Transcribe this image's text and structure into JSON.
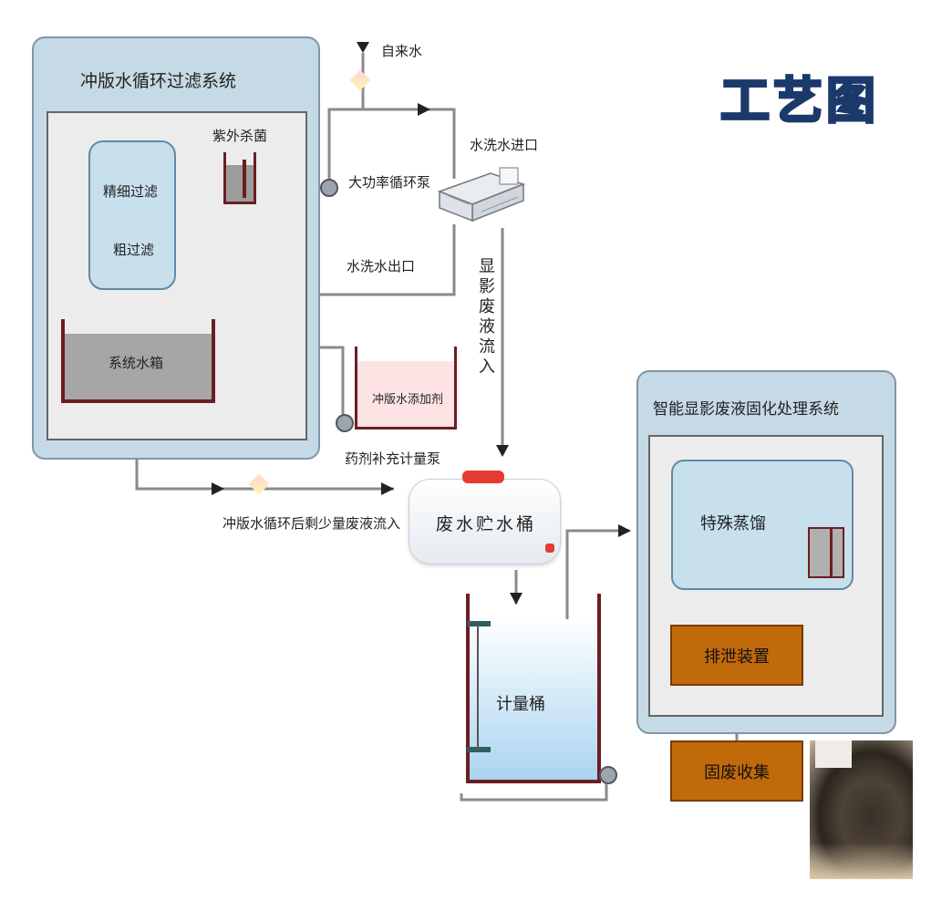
{
  "title": "工艺图",
  "system_left": {
    "title": "冲版水循环过滤系统",
    "fine_filter": "精细过滤",
    "coarse_filter": "粗过滤",
    "uv": "紫外杀菌",
    "tank": "系统水箱"
  },
  "tap_water": "自来水",
  "pump": "大功率循环泵",
  "wash_inlet": "水洗水进口",
  "wash_outlet": "水洗水出口",
  "developer_flow": "显影废液流入",
  "additive": "冲版水添加剂",
  "dosing_pump": "药剂补充计量泵",
  "residual_flow": "冲版水循环后剩少量废液流入",
  "waste_bucket": "废水贮水桶",
  "meter_tank": "计量桶",
  "system_right": {
    "title": "智能显影废液固化处理系统",
    "distill": "特殊蒸馏",
    "drain": "排泄装置"
  },
  "solid_collect": "固废收集",
  "colors": {
    "panel_bg": "#c6d9e6",
    "tank_border": "#6b1e22",
    "orange_box": "#c06a0c",
    "title_fill": "#37b6e6",
    "pipe": "#8a8a8a"
  }
}
